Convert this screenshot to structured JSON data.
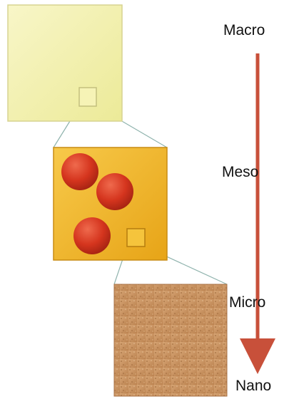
{
  "scale_labels": {
    "macro": "Macro",
    "meso": "Meso",
    "micro": "Micro",
    "nano": "Nano"
  },
  "colors": {
    "macro_fill": "#f2efa6",
    "meso_fill": "#f2b31f",
    "particle_fill": "#d5351e",
    "micro_fill": "#c8915c",
    "arrow": "#c8503a",
    "connector": "#8fb3ad"
  },
  "icons": {
    "scale_arrow": "arrow-down-icon"
  }
}
